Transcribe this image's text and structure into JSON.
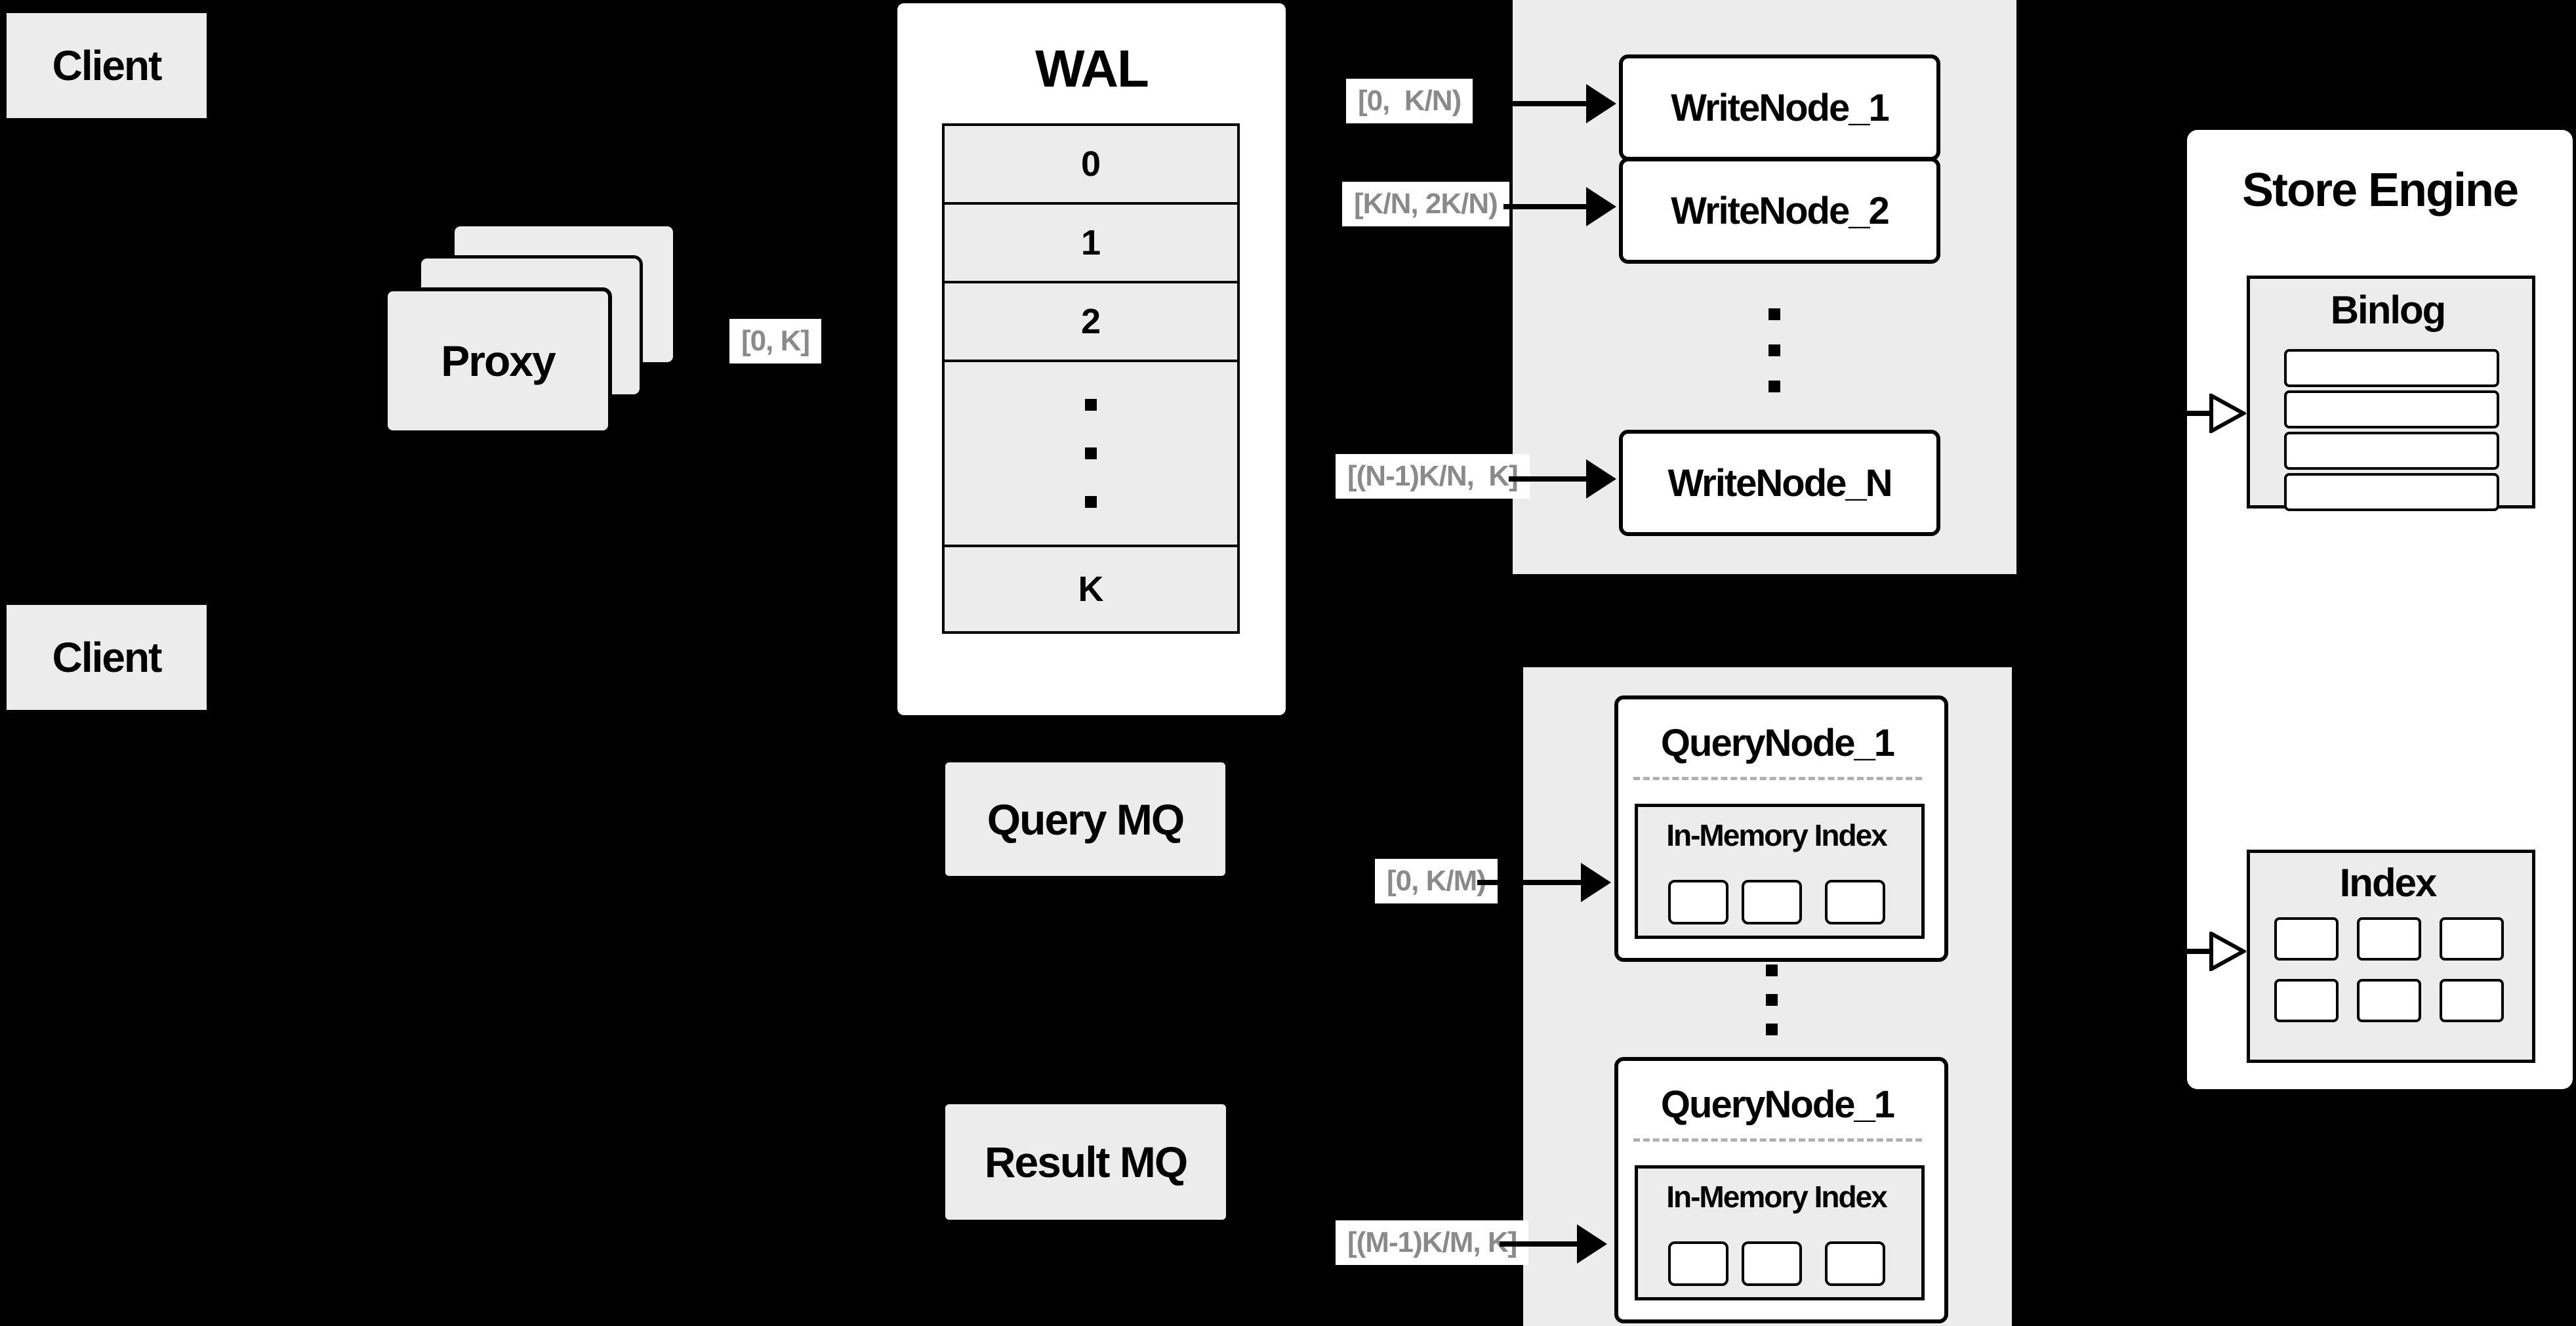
{
  "colors": {
    "background": "#000000",
    "box_gray": "#ececec",
    "box_white": "#ffffff",
    "line_black": "#000000",
    "range_label_text": "#8a8a8a",
    "dashed_separator": "#b0b0b0"
  },
  "clients": {
    "top": "Client",
    "bottom": "Client"
  },
  "proxy": {
    "label": "Proxy"
  },
  "wal": {
    "title": "WAL",
    "rows": [
      "0",
      "1",
      "2"
    ],
    "last_row": "K"
  },
  "range_labels": {
    "proxy_to_wal": "[0, K]",
    "write_node_1": "[0,  K/N)",
    "write_node_2": "[K/N, 2K/N)",
    "write_node_n": "[(N-1)K/N,  K]",
    "query_node_1": "[0, K/M)",
    "query_node_m": "[(M-1)K/M, K]"
  },
  "write_nodes": {
    "node_1": "WriteNode_1",
    "node_2": "WriteNode_2",
    "node_n": "WriteNode_N"
  },
  "mq": {
    "query": "Query MQ",
    "result": "Result MQ"
  },
  "query_nodes": {
    "top": {
      "title": "QueryNode_1",
      "memory_index": "In-Memory Index"
    },
    "bottom": {
      "title": "QueryNode_1",
      "memory_index": "In-Memory Index"
    }
  },
  "store_engine": {
    "title": "Store Engine",
    "binlog": {
      "title": "Binlog",
      "row_count": 4
    },
    "index": {
      "title": "Index",
      "cell_count": 6
    }
  }
}
